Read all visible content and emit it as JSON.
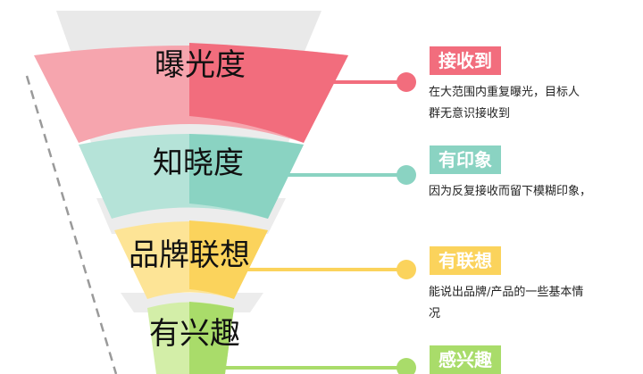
{
  "funnel": {
    "stages": [
      {
        "label": "曝光度",
        "color_light": "#f6a5ae",
        "color_dark": "#f26d7d"
      },
      {
        "label": "知晓度",
        "color_light": "#b5e3d8",
        "color_dark": "#8ad3c2"
      },
      {
        "label": "品牌联想",
        "color_light": "#fde496",
        "color_dark": "#fbd35c"
      },
      {
        "label": "有兴趣",
        "color_light": "#d3eea8",
        "color_dark": "#a9dc6a"
      }
    ]
  },
  "callouts": [
    {
      "tag": "接收到",
      "color": "#f26d7d",
      "desc": [
        "在大范围内重复曝光，目标人",
        "群无意识接收到"
      ]
    },
    {
      "tag": "有印象",
      "color": "#8ad3c2",
      "desc": [
        "因为反复接收而留下模糊印象，"
      ]
    },
    {
      "tag": "有联想",
      "color": "#fbd35c",
      "desc": [
        "能说出品牌/产品的一些基本情",
        "况"
      ]
    },
    {
      "tag": "感兴趣",
      "color": "#a9dc6a",
      "desc": []
    }
  ]
}
